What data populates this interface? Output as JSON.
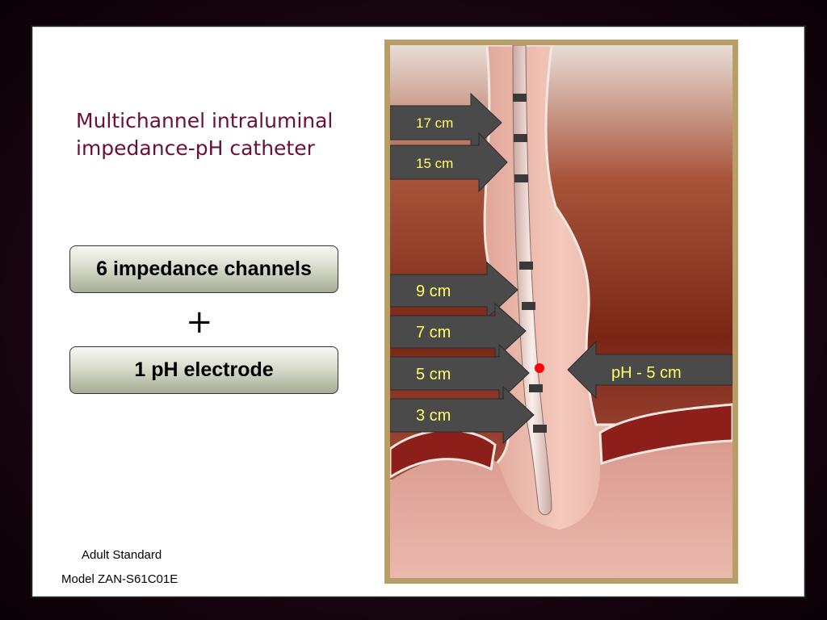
{
  "slide": {
    "title": "Multichannel intraluminal impedance-pH catheter",
    "box1_label": "6 impedance channels",
    "plus_sign": "+",
    "box2_label": "1 pH electrode",
    "footer_line1": "Adult Standard",
    "footer_line2": "Model ZAN-S61C01E"
  },
  "diagram": {
    "channel_labels": [
      "17 cm",
      "15 cm",
      "9 cm",
      "7 cm",
      "5 cm",
      "3 cm"
    ],
    "ph_label": "pH - 5 cm"
  },
  "colors": {
    "title": "#6a1038",
    "label_text": "#ffff66",
    "arrow": "#4a4a4a",
    "ph_dot": "#ff0000",
    "frame_border": "#b89d66"
  }
}
